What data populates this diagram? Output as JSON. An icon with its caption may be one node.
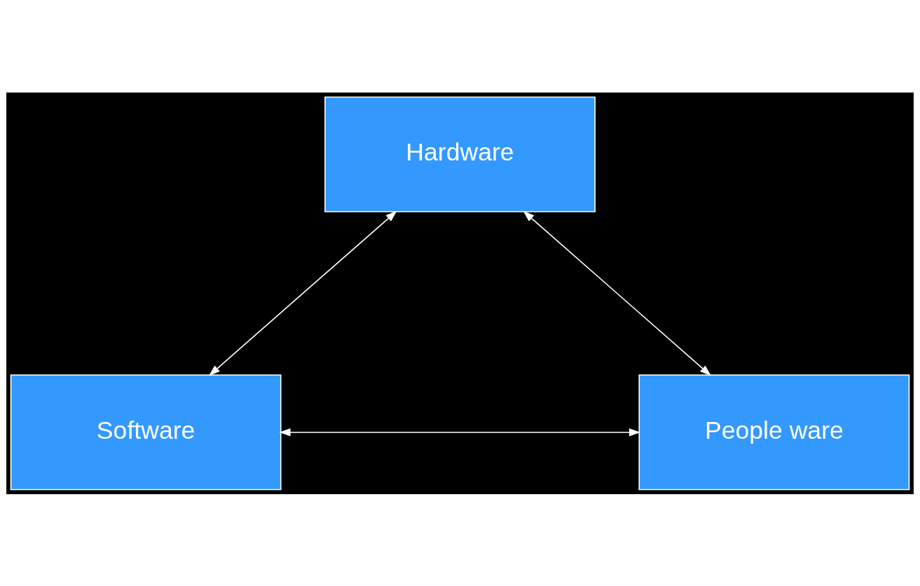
{
  "diagram": {
    "nodes": [
      {
        "text": [
          "Hardware"
        ]
      },
      {
        "text": [
          "Software"
        ]
      },
      {
        "text": [
          "People ware"
        ]
      }
    ],
    "edges": [
      {
        "from": 1,
        "to": 0,
        "arrow": "both"
      },
      {
        "from": 0,
        "to": 2,
        "arrow": "both"
      },
      {
        "from": 1,
        "to": 2,
        "arrow": "both"
      }
    ]
  }
}
